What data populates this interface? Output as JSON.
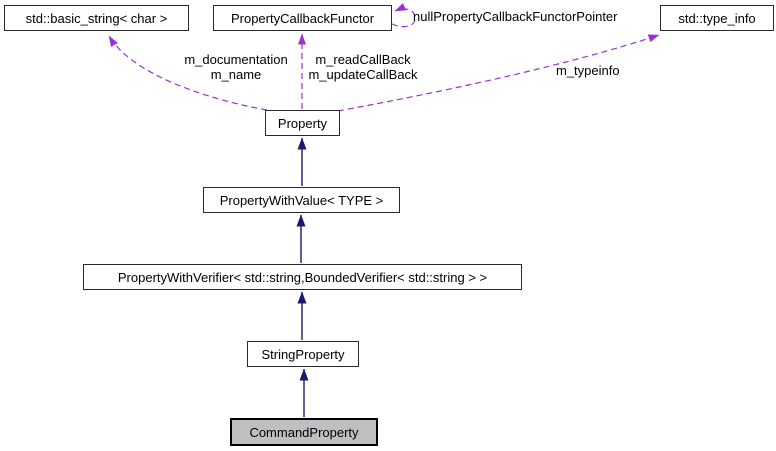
{
  "diagram": {
    "kind": "class-collaboration-diagram",
    "nodes": {
      "basic_string": {
        "label": "std::basic_string< char >",
        "highlighted": false
      },
      "callback_functor": {
        "label": "PropertyCallbackFunctor",
        "highlighted": false
      },
      "type_info": {
        "label": "std::type_info",
        "highlighted": false
      },
      "property": {
        "label": "Property",
        "highlighted": false
      },
      "property_with_value": {
        "label": "PropertyWithValue< TYPE >",
        "highlighted": false
      },
      "property_with_verifier": {
        "label": "PropertyWithVerifier< std::string,BoundedVerifier< std::string > >",
        "highlighted": false
      },
      "string_property": {
        "label": "StringProperty",
        "highlighted": false
      },
      "command_property": {
        "label": "CommandProperty",
        "highlighted": true
      }
    },
    "edge_labels": {
      "documentation": "m_documentation",
      "name": "m_name",
      "read_callback": "m_readCallBack",
      "update_callback": "m_updateCallBack",
      "null_pointer": "nullPropertyCallbackFunctorPointer",
      "typeinfo": "m_typeinfo"
    },
    "colors": {
      "inheritance_edge": "#191970",
      "usage_edge": "#9a32cd",
      "node_fill": "#ffffff",
      "node_border": "#2a2a2a",
      "highlight_fill": "#bfbfbf",
      "background": "#ffffff"
    }
  }
}
